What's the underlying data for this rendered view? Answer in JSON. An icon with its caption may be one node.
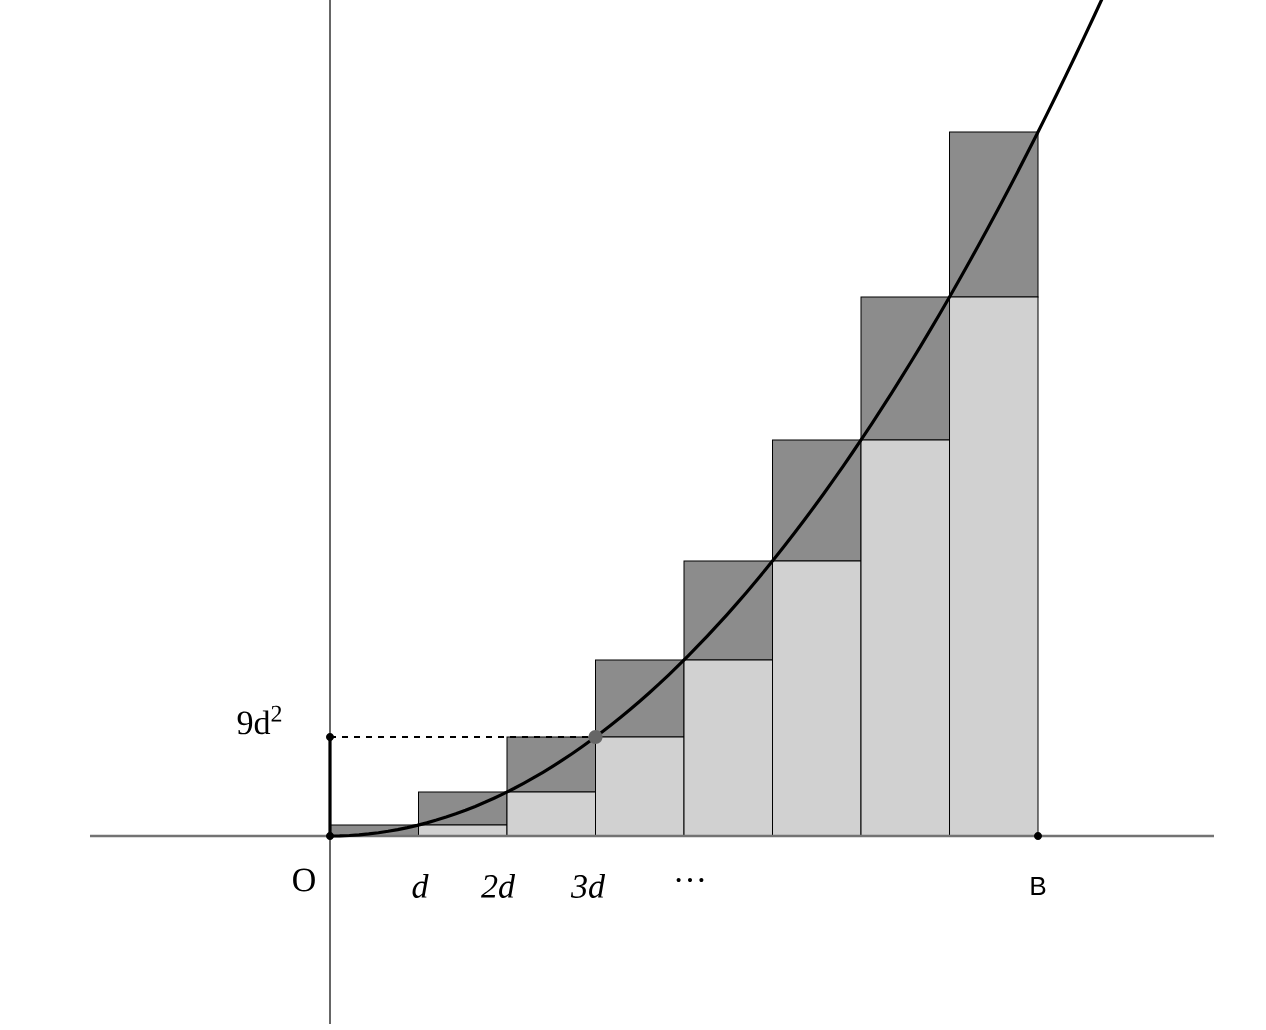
{
  "diagram": {
    "labels": [
      "9d$^{2}$",
      "O",
      "d",
      "2d",
      "3d",
      "…",
      "B"
    ]
  }
}
